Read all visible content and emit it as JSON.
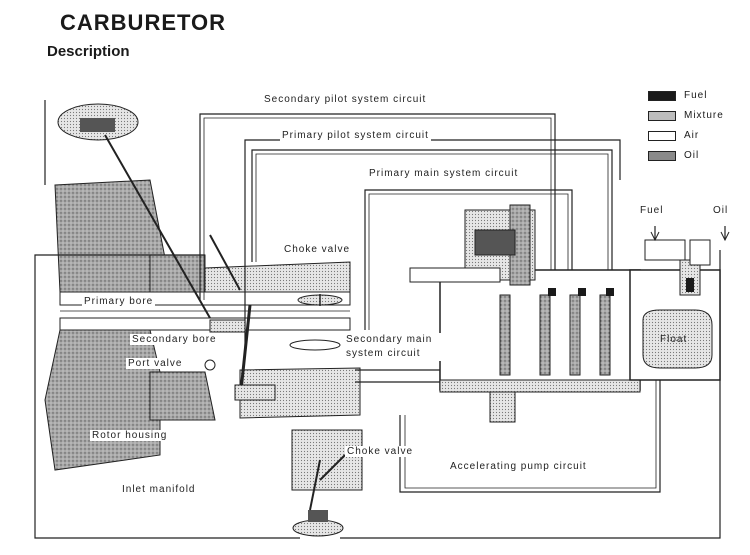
{
  "header": {
    "title": "CARBURETOR",
    "subtitle": "Description"
  },
  "legend": [
    {
      "label": "Fuel",
      "color": "#1a1a1a"
    },
    {
      "label": "Mixture",
      "color": "#bdbdbd"
    },
    {
      "label": "Air",
      "color": "#ffffff"
    },
    {
      "label": "Oil",
      "color": "#8a8a8a"
    }
  ],
  "labels": {
    "secondary_pilot": "Secondary pilot system circuit",
    "primary_pilot": "Primary pilot system circuit",
    "primary_main": "Primary main system circuit",
    "choke_valve_top": "Choke valve",
    "primary_bore": "Primary bore",
    "secondary_bore": "Secondary bore",
    "port_valve": "Port valve",
    "secondary_main": "Secondary main system circuit",
    "rotor_housing": "Rotor housing",
    "choke_valve_bottom": "Choke valve",
    "inlet_manifold": "Inlet manifold",
    "accelerating_pump": "Accelerating pump circuit",
    "fuel_inlet": "Fuel",
    "oil_inlet": "Oil",
    "float": "Float"
  }
}
